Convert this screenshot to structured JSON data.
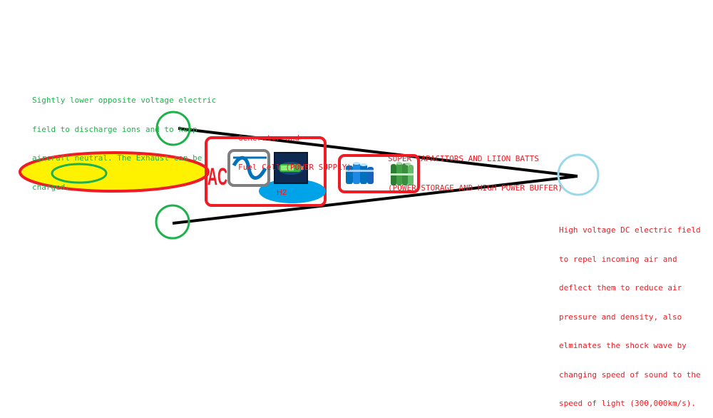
{
  "colors": {
    "green": "#1fb14c",
    "red": "#ee1c24",
    "yellow": "#fff200",
    "light_blue": "#99d9ea",
    "blue": "#0072bc",
    "h2_blue": "#00a2e8",
    "black": "#000000",
    "gray": "#7f7f7f"
  },
  "annotations": {
    "exhaust_field": [
      "Sightly lower opposite voltage electric",
      "field to discharge ions and to keep",
      "aircraft neutral. The Exhaust can be",
      "charged."
    ],
    "power_supply": [
      "Generator and",
      "Fuel Cell (POWER SUPPLY)"
    ],
    "power_storage": [
      "SUPER CAPACITORS AND LIION BATTS",
      "(POWER STORAGE AND HIGH POWER BUFFER)"
    ],
    "nose_field": [
      "High voltage DC electric field",
      "to repel incoming air and",
      "deflect them to reduce air",
      "pressure and density, also",
      "elminates the shock wave by",
      "changing speed of sound to the",
      "speed of light (300,000km/s)."
    ]
  },
  "generator": {
    "ac_label": "AC",
    "h2_label": "H2"
  },
  "icons": {
    "generator": "ac-sine-wave-icon",
    "fuel_cell": "fuel-cell-battery-icon",
    "capacitor": "super-capacitor-icon",
    "battery": "liion-battery-pack-icon"
  }
}
